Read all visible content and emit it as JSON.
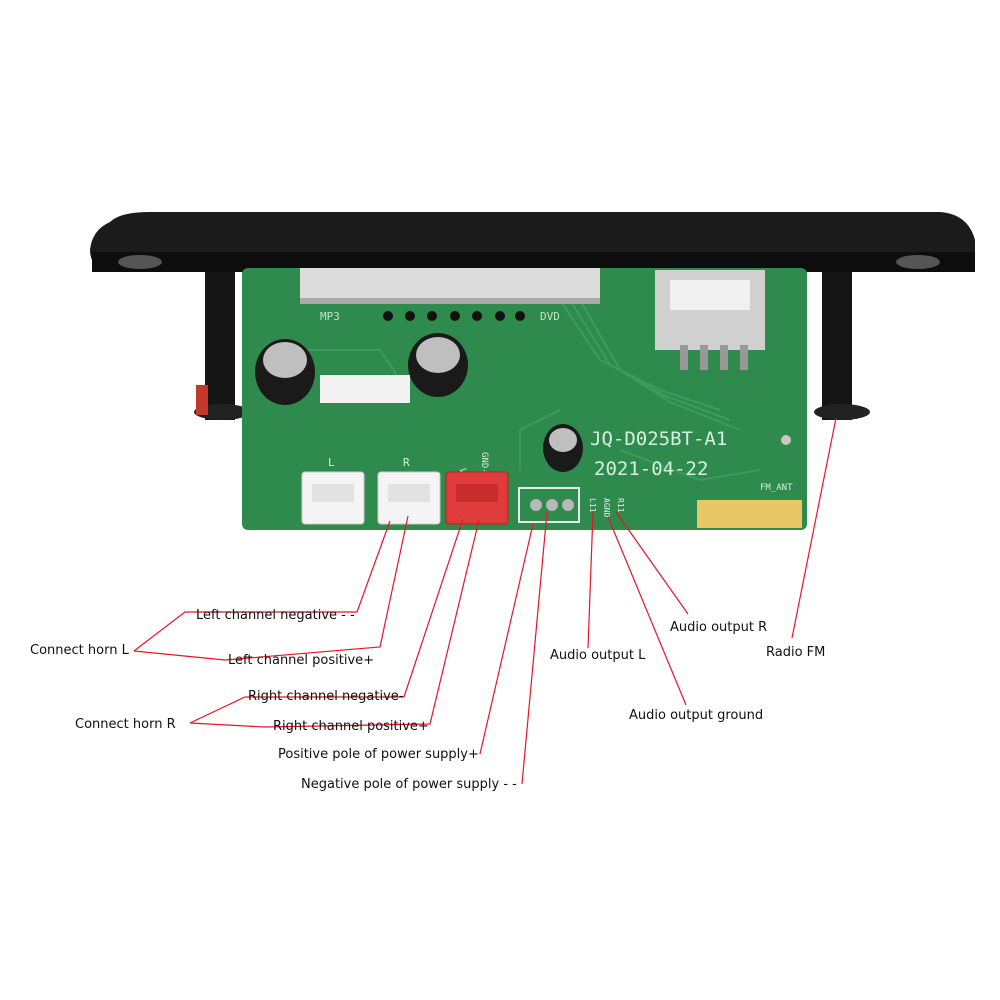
{
  "board": {
    "model": "JQ-D025BT-A1",
    "date": "2021-04-22",
    "fm_ant": "FM_ANT",
    "silk_l": "L",
    "silk_r": "R",
    "silk_vcc": "VCC+",
    "silk_gnd": "GND-",
    "silk_lout": "L11",
    "silk_agnd": "AGND",
    "silk_rout": "R11",
    "silk_mp3": "MP3",
    "silk_dvd": "DVD"
  },
  "labels": {
    "connect_horn_l": "Connect horn L",
    "left_negative": "Left channel negative - -",
    "left_positive": "Left channel positive+",
    "connect_horn_r": "Connect horn R",
    "right_negative": "Right channel negative-",
    "right_positive": "Right channel positive+",
    "power_positive": "Positive pole of power supply+",
    "power_negative": "Negative pole of power supply - -",
    "audio_out_l": "Audio output L",
    "audio_out_r": "Audio output R",
    "audio_out_ground": "Audio output ground",
    "radio_fm": "Radio FM"
  },
  "colors": {
    "pcb": "#2f8a4e",
    "pcb_dark": "#1f6b3a",
    "leader": "#e3162a",
    "bezel": "#1a1a1a"
  }
}
